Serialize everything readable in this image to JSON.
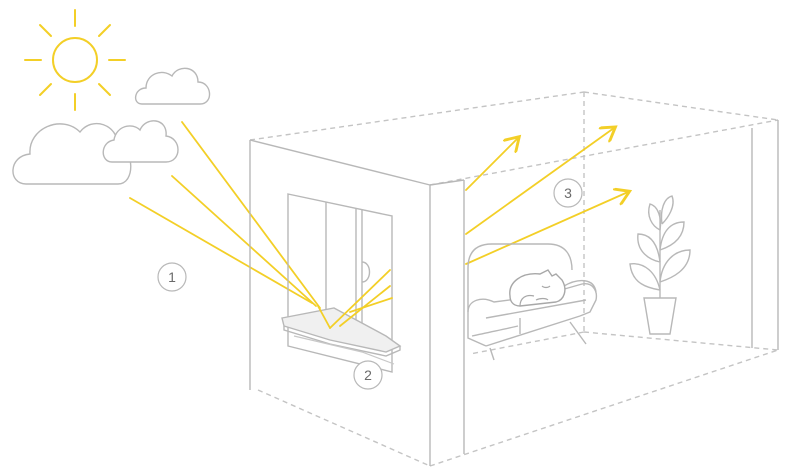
{
  "diagram": {
    "labels": [
      {
        "id": "1",
        "text": "1"
      },
      {
        "id": "2",
        "text": "2"
      },
      {
        "id": "3",
        "text": "3"
      }
    ]
  },
  "colors": {
    "ray": "#f3cf27",
    "outline": "#b8b8b8",
    "badge_text": "#6a6a6a"
  },
  "icons": [
    "sun-icon",
    "cloud-icon",
    "cat-icon",
    "plant-icon",
    "sofa-icon",
    "arrow-icon"
  ]
}
